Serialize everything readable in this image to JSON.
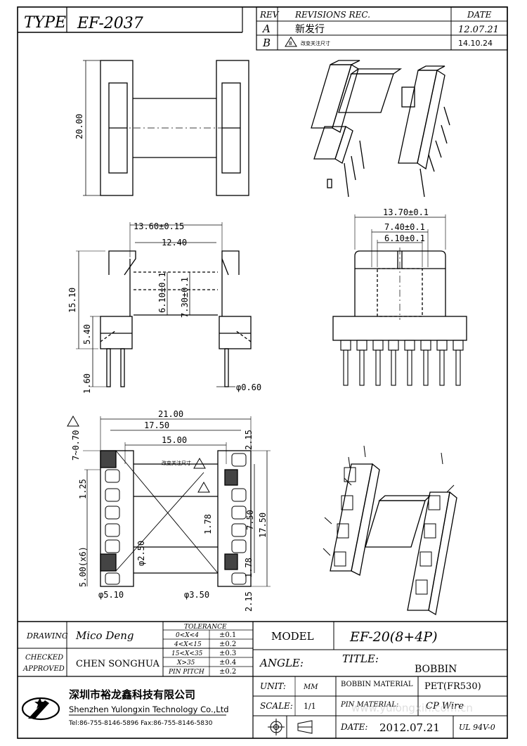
{
  "header": {
    "type_label": "TYPE",
    "part_no": "EF-2037",
    "rev_label": "REV",
    "revisions_label": "REVISIONS REC.",
    "date_label": "DATE",
    "revisions": [
      {
        "rev": "A",
        "text": "新发行",
        "date": "12.07.21"
      },
      {
        "rev": "B",
        "text": "改变关注尺寸",
        "date": "14.10.24"
      }
    ]
  },
  "dims": {
    "height_total": "20.00",
    "width_flange": "13.60±0.15",
    "width_inner": "12.40",
    "height_body": "15.10",
    "core_w1": "6.10±0.1",
    "core_w2": "7.30±0.1",
    "base_h": "5.40",
    "pin_len": "1.60",
    "pin_dia": "φ0.60",
    "front_w1": "13.70±0.1",
    "front_w2": "7.40±0.1",
    "front_w3": "6.10±0.1",
    "pitch_total": "21.00",
    "pitch_mid": "17.50",
    "pitch_inner": "15.00",
    "offset_top": "2.15",
    "offset_bottom": "2.15",
    "angle": "7~0.70",
    "pitch_125": "1.25",
    "pitch_178a": "1.78",
    "pitch_178b": "1.78",
    "h_750": "7.50",
    "h_1750": "17.50",
    "pitch_500": "5.00(x6)",
    "hole_250": "φ2.50",
    "hole_510": "φ5.10",
    "hole_350": "φ3.50",
    "note_b": "改变关注尺寸"
  },
  "title_block": {
    "drawing_label": "DRAWING",
    "drawer": "Mico Deng",
    "checked_label": "CHECKED",
    "approved_label": "APPROVED",
    "checker": "CHEN SONGHUA",
    "tolerance_title": "TOLERANCE",
    "tolerances": [
      {
        "range": "0<X<4",
        "tol": "±0.1"
      },
      {
        "range": "4<X<15",
        "tol": "±0.2"
      },
      {
        "range": "15<X<35",
        "tol": "±0.3"
      },
      {
        "range": "X>35",
        "tol": "±0.4"
      },
      {
        "range": "PIN PITCH",
        "tol": "±0.2"
      }
    ],
    "model_label": "MODEL",
    "model": "EF-20(8+4P)",
    "angle_label": "ANGLE:",
    "title_label": "TITLE:",
    "title": "BOBBIN",
    "unit_label": "UNIT:",
    "unit": "MM",
    "scale_label": "SCALE:",
    "scale": "1/1",
    "bobbin_material_label": "BOBBIN MATERIAL",
    "bobbin_material": "PET(FR530)",
    "pin_material_label": "PIN MATERIAL:",
    "pin_material": "CP Wire",
    "date_label": "DATE:",
    "date": "2012.07.21",
    "ul": "UL 94V-0",
    "company_cn": "深圳市裕龙鑫科技有限公司",
    "company_en": "Shenzhen Yulongxin Technology Co.,Ltd",
    "contact": "Tel:86-755-8146-5896  Fax:86-755-8146-5830",
    "watermark": "www.yulongxin.com.cn"
  }
}
